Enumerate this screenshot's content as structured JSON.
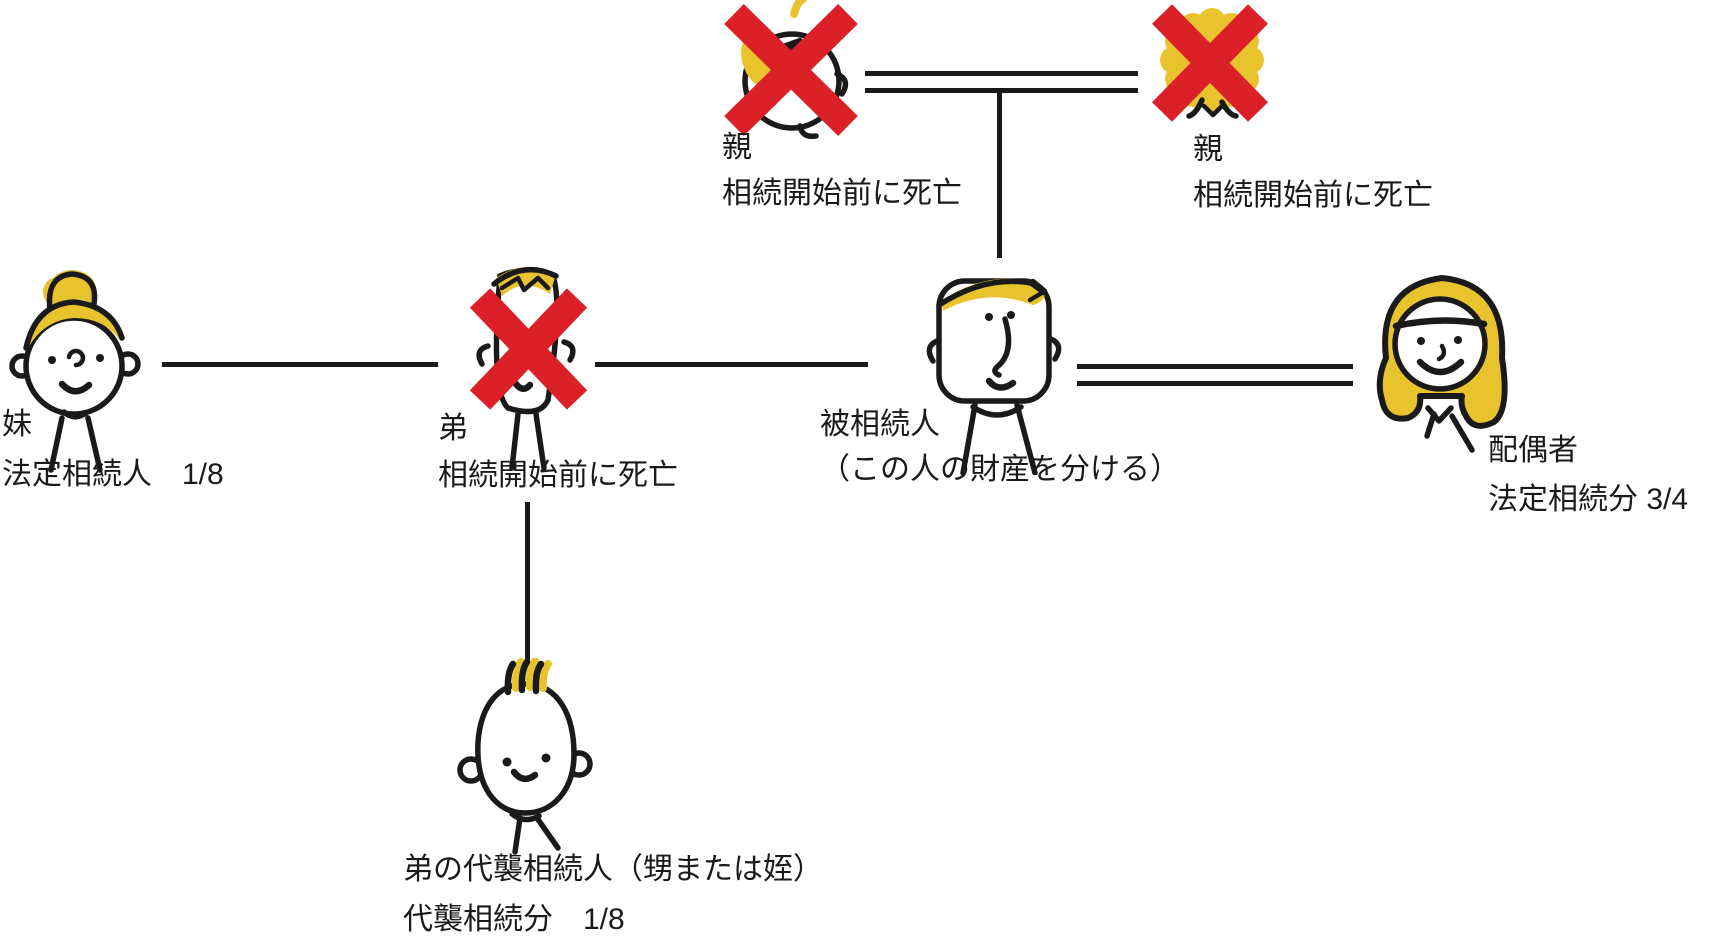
{
  "diagram": {
    "title_hidden": "",
    "colors": {
      "background": "#ffffff",
      "ink": "#1a1a1a",
      "yellow": "#e9c32e",
      "red": "#dc2027"
    },
    "people": {
      "father": {
        "label": "親",
        "sub": "相続開始前に死亡"
      },
      "mother": {
        "label": "親",
        "sub": "相続開始前に死亡"
      },
      "sister": {
        "label": "妹",
        "sub": "法定相続人　1/8"
      },
      "brother": {
        "label": "弟",
        "sub": "相続開始前に死亡"
      },
      "decedent": {
        "label": "被相続人",
        "sub": "（この人の財産を分ける）"
      },
      "spouse": {
        "label": "配偶者",
        "sub": "法定相続分 3/4"
      },
      "nephew": {
        "label": "弟の代襲相続人（甥または姪）",
        "sub": "代襲相続分　1/8"
      }
    }
  }
}
